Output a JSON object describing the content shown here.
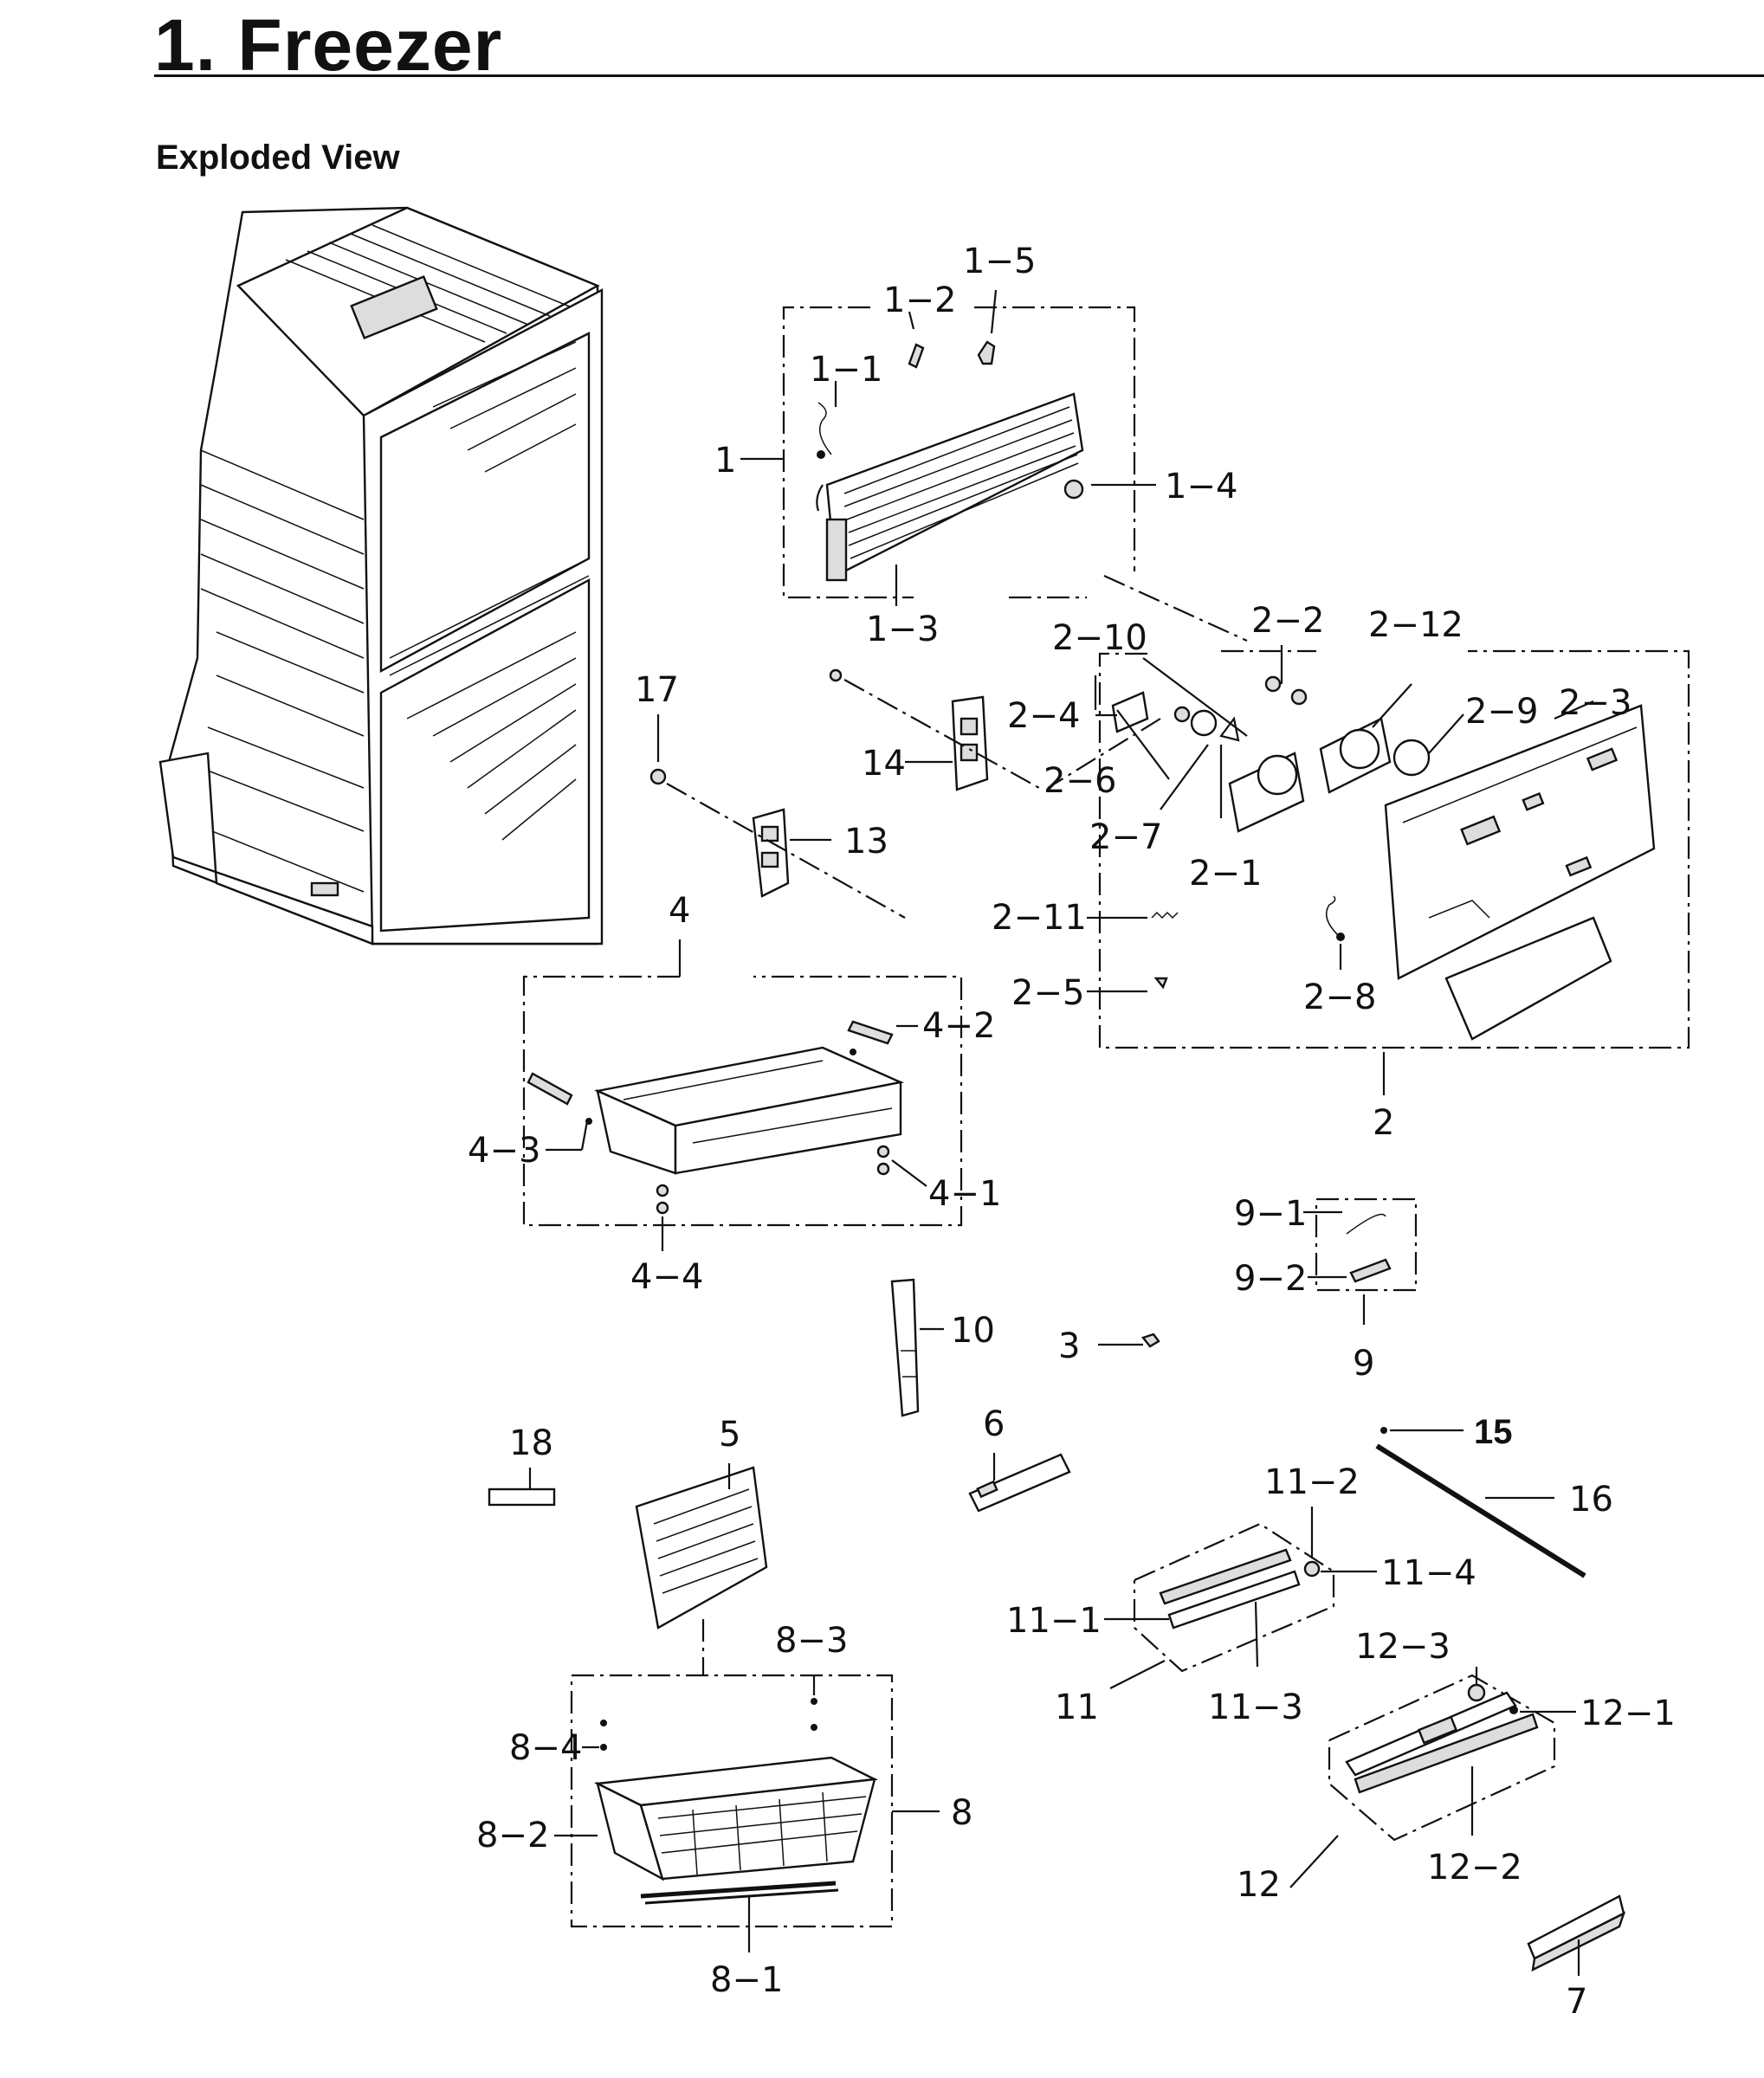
{
  "header": {
    "title": "1.  Freezer",
    "section": "Exploded View"
  },
  "callouts": {
    "c1": "1",
    "c1_1": "1−1",
    "c1_2": "1−2",
    "c1_3": "1−3",
    "c1_4": "1−4",
    "c1_5": "1−5",
    "c2": "2",
    "c2_1": "2−1",
    "c2_2": "2−2",
    "c2_3": "2−3",
    "c2_4": "2−4",
    "c2_5": "2−5",
    "c2_6": "2−6",
    "c2_7": "2−7",
    "c2_8": "2−8",
    "c2_9": "2−9",
    "c2_10": "2−10",
    "c2_11": "2−11",
    "c2_12": "2−12",
    "c3": "3",
    "c4": "4",
    "c4_1": "4−1",
    "c4_2": "4−2",
    "c4_3": "4−3",
    "c4_4": "4−4",
    "c5": "5",
    "c6": "6",
    "c7": "7",
    "c8": "8",
    "c8_1": "8−1",
    "c8_2": "8−2",
    "c8_3": "8−3",
    "c8_4": "8−4",
    "c9": "9",
    "c9_1": "9−1",
    "c9_2": "9−2",
    "c10": "10",
    "c11": "11",
    "c11_1": "11−1",
    "c11_2": "11−2",
    "c11_3": "11−3",
    "c11_4": "11−4",
    "c12": "12",
    "c12_1": "12−1",
    "c12_2": "12−2",
    "c12_3": "12−3",
    "c13": "13",
    "c14": "14",
    "c15": "15",
    "c16": "16",
    "c17": "17",
    "c18": "18"
  }
}
